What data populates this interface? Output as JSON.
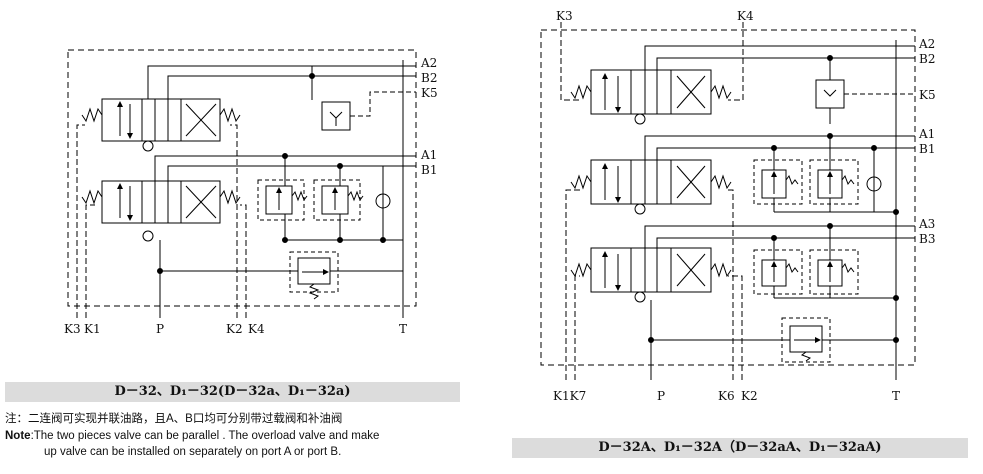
{
  "left": {
    "ports_right": [
      "A2",
      "B2",
      "K5",
      "A1",
      "B1"
    ],
    "ports_bottom": [
      "K3",
      "K1",
      "P",
      "K2",
      "K4",
      "T"
    ],
    "caption": "D－32、D₁－32(D－32a、D₁－32a)",
    "note_cn": "注：二连阀可实现并联油路，且A、B口均可分别带过载阀和补油阀",
    "note_en_label": "Note",
    "note_en_1": ":The two pieces valve can be parallel . The overload valve and make",
    "note_en_2": "up valve can be installed on separately on port A or port B."
  },
  "right": {
    "ports_top": [
      "K3",
      "K4"
    ],
    "ports_right": [
      "A2",
      "B2",
      "K5",
      "A1",
      "B1",
      "A3",
      "B3"
    ],
    "ports_bottom": [
      "K1K7",
      "P",
      "K6",
      "K2",
      "T"
    ],
    "caption": "D－32A、D₁－32A（D－32aA、D₁－32aA)"
  }
}
